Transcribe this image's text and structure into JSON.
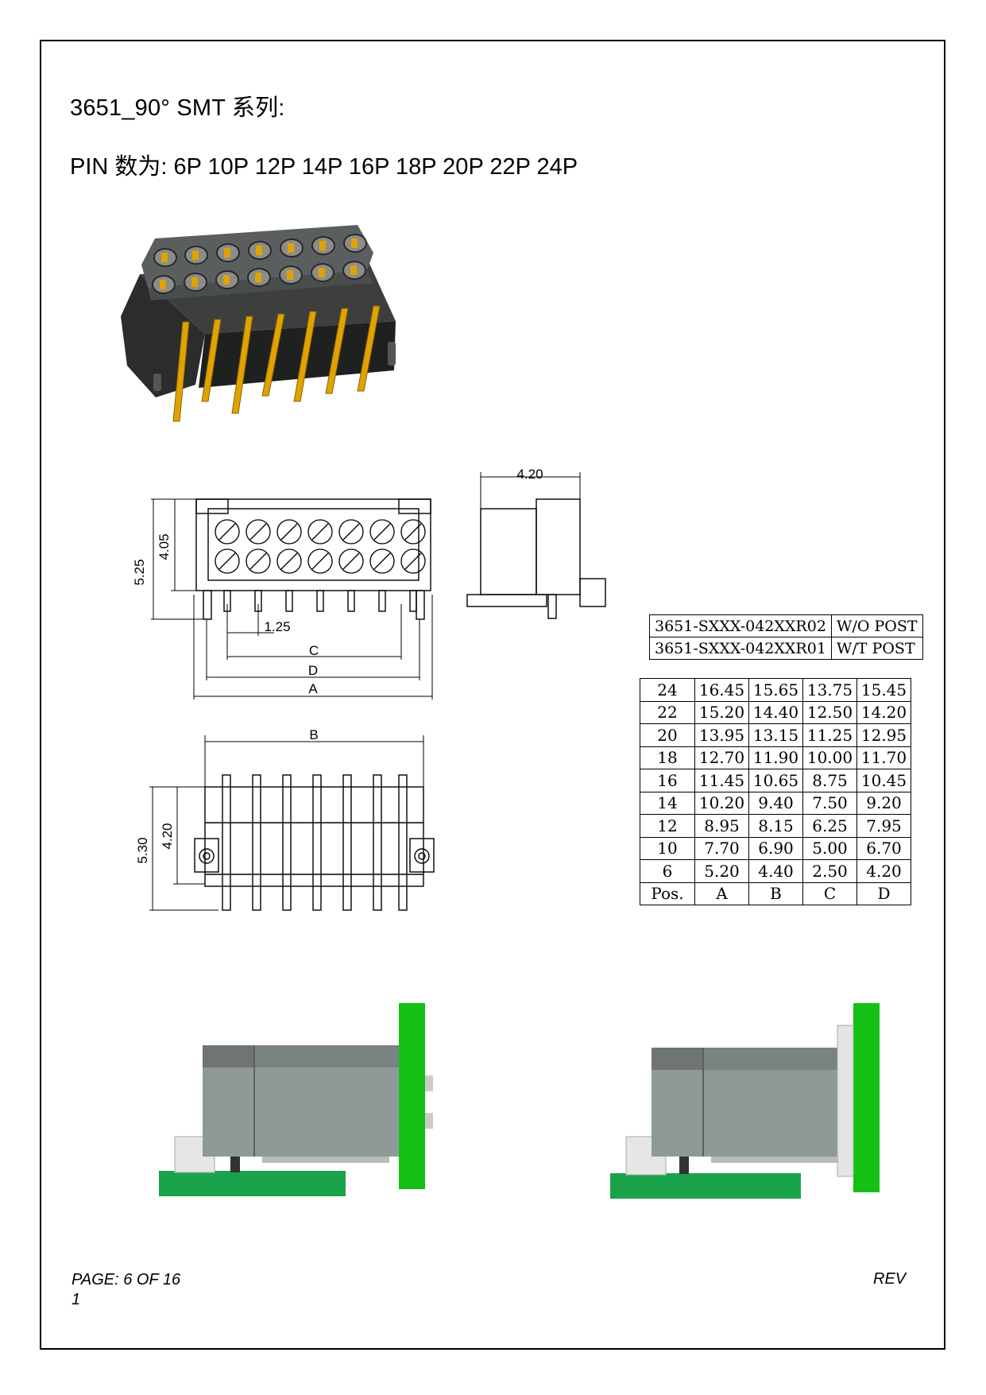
{
  "header": {
    "title": "3651_90° SMT 系列:",
    "pin_line": "PIN  数为: 6P 10P 12P 14P 16P 18P 20P 22P 24P"
  },
  "dimensions": {
    "top_view_width": "4.20",
    "front_height_total": "5.25",
    "front_height_inner": "4.05",
    "pitch": "1.25",
    "label_c": "C",
    "label_d": "D",
    "label_a": "A",
    "label_b": "B",
    "bottom_height_total": "5.30",
    "bottom_height_inner": "4.20"
  },
  "part_numbers": [
    {
      "pn": "3651-SXXX-042XXR02",
      "option": "W/O POST"
    },
    {
      "pn": "3651-SXXX-042XXR01",
      "option": "W/T POST"
    }
  ],
  "dim_table": {
    "rows": [
      [
        "24",
        "16.45",
        "15.65",
        "13.75",
        "15.45"
      ],
      [
        "22",
        "15.20",
        "14.40",
        "12.50",
        "14.20"
      ],
      [
        "20",
        "13.95",
        "13.15",
        "11.25",
        "12.95"
      ],
      [
        "18",
        "12.70",
        "11.90",
        "10.00",
        "11.70"
      ],
      [
        "16",
        "11.45",
        "10.65",
        "8.75",
        "10.45"
      ],
      [
        "14",
        "10.20",
        "9.40",
        "7.50",
        "9.20"
      ],
      [
        "12",
        "8.95",
        "8.15",
        "6.25",
        "7.95"
      ],
      [
        "10",
        "7.70",
        "6.90",
        "5.00",
        "6.70"
      ],
      [
        "6",
        "5.20",
        "4.40",
        "2.50",
        "4.20"
      ]
    ],
    "header": [
      "Pos.",
      "A",
      "B",
      "C",
      "D"
    ]
  },
  "footer": {
    "page": "PAGE: 6 OF 16",
    "page_cont": "1",
    "rev": "REV"
  },
  "colors": {
    "pcb_green": "#15c015",
    "pcb_dark_green": "#1aa34a",
    "housing_gray": "#8f9a98",
    "housing_dark": "#3a3c3c",
    "contact_gold": "#e0a200"
  }
}
